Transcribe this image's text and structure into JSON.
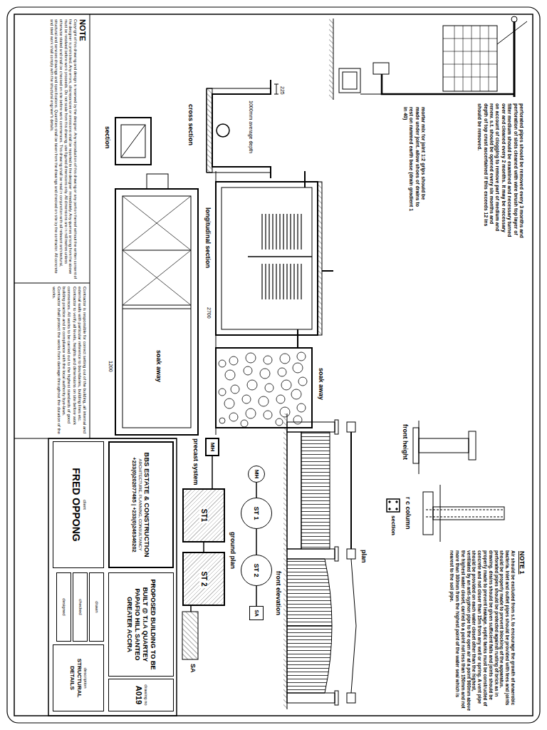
{
  "diagram": {
    "nodes": [
      {
        "text": [
          "MH"
        ]
      },
      {
        "text": [
          "ST 1"
        ]
      },
      {
        "text": [
          "ST 2"
        ]
      },
      {
        "text": [
          "SA"
        ]
      },
      {
        "text": [
          "MH"
        ]
      },
      {
        "text": [
          "ST1"
        ]
      },
      {
        "text": [
          "ST 2"
        ]
      },
      {
        "text": [
          "BBS ESTATE & CONSTRUCTION",
          "ARCHITECTURE, PLANNING, CONSULTANCY",
          "+233(0)202077485 | +233(0)246346202"
        ]
      },
      {
        "text": [
          "client",
          "FRED OPPONG"
        ]
      },
      {
        "text": [
          "PROPOSED BUILDING TO BE BUILT @ T.I.A QUARTEY PAPAFIO HILL SANTEO GREATER ACCRA"
        ]
      },
      {
        "text": [
          "description",
          "STRUCTURAL DETAILS"
        ]
      },
      {
        "text": [
          "drawn"
        ]
      },
      {
        "text": [
          "checked"
        ]
      },
      {
        "text": [
          "designed"
        ]
      },
      {
        "text": [
          "drawing no",
          "A019"
        ]
      },
      {
        "text": [
          "NOTE",
          "Copyright of this drawing and design is reserved by the designer. Any reproduction of this drawing or any portion thereof without the written consent of the designer is prohibited. Any errors, discrepancies or omissions shall be reported to the designer immediately. Any queries arising from the above must be resolved before work proceeds. Do not scale from this drawing; use figured dimensions only. All dimensions are in millimetres unless otherwise stated and shall be checked on site before work commences. This drawing shall be read in conjunction with all relevant architectural, structural and services drawings and specifications. Quantities shall be taken from the drawings and checked on site by the contractor. All concrete and steel work shall comply with the structural engineer's details."
        ]
      },
      {
        "text": [
          "Contractor is responsible for correct setting out of the building, all internal and external walls with particular reference to boundaries, building lines etc. Contractor to verify all levels, heights and dimensions on site before work commences. All works to be carried out to the highest standards of good building practice and in compliance with the local authority bye-laws. Contractor shall protect the works from damage throughout the duration of the works."
        ]
      }
    ],
    "edges": [
      {
        "from": 0,
        "to": 1,
        "arrow": "none"
      },
      {
        "from": 1,
        "to": 2,
        "arrow": "none"
      },
      {
        "from": 2,
        "to": 3,
        "arrow": "none"
      },
      {
        "from": 4,
        "to": 5,
        "arrow": "none"
      },
      {
        "from": 5,
        "to": 6,
        "arrow": "none"
      }
    ],
    "labels": [
      "perforated pipes should be removed every 3 months and perforation of slots cleaned with wire brush top layer of filter medium should be examined and necessary turned over and cleaned every 2 months. it may be necessary on account of clogging to remove part of medium and renew. s.t. should be opened every six months and depth of top crust ascertained if this exceeds 12 ins should be removed.",
      "mortar mix for joint 1:2 grips should be made under joint. allow shoes of drains to rest on rammed earth base (drain gradient 1 in 40)",
      "cross section",
      "section",
      "longitudinal section",
      "soak away",
      "soak away",
      "225",
      "1000mm average depth",
      "2700",
      "1200",
      "ground plan",
      "precast system",
      "SA",
      "front elevation",
      "plan",
      "front height",
      "r c column",
      "section",
      "NOTE 1",
      "Air should be excluded from s.t. to encourage the growth of anaerobic bacteria. Inlet and outlet pipes should be provided with tees and joints should be properly made to prevent blocking of the apparatus. perforated pipes should be protected against rusting of brick as in drawing. drains should be given sufficient falls and joints should be properly made to prevent leakage. septic tanks must be constructed of concrete and not closer than 15m from any well or spring. A vent pipe should be provided on each water closet other than the highest, ventilated by an anti-syphon pipe to the open air at a point 900mm above the highest water closet, carried to a point not less than 150mm and not more than 300mm from the highest point of the water seal which is nearest to the soil pipe."
    ]
  }
}
